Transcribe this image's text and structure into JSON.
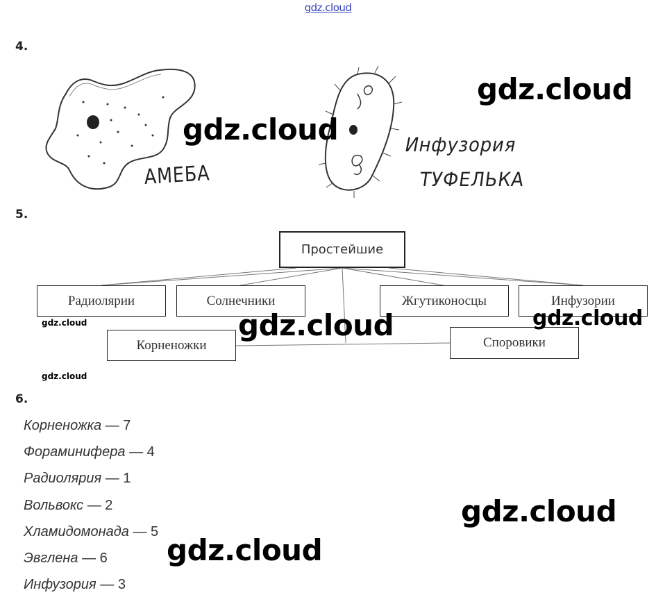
{
  "header": {
    "site_link": "gdz.cloud"
  },
  "watermarks": {
    "w1": "gdz.cloud",
    "w2": "gdz.cloud",
    "w3": "gdz.cloud",
    "w4": "gdz.cloud",
    "w5": "gdz.cloud",
    "w6": "gdz.cloud",
    "w7": "gdz.cloud",
    "w8": "gdz.cloud"
  },
  "section4": {
    "number": "4.",
    "amoeba_label": "АМЕБА",
    "paramecium_label_line1": "Инфузория",
    "paramecium_label_line2": "ТУФЕЛЬКА"
  },
  "section5": {
    "number": "5.",
    "root": "Простейшие",
    "children": [
      "Радиолярии",
      "Солнечники",
      "Жгутиконосцы",
      "Инфузории",
      "Корненожки",
      "Споровики"
    ]
  },
  "section6": {
    "number": "6.",
    "items": [
      {
        "name": "Корненожка",
        "value": "— 7"
      },
      {
        "name": "Фораминифера",
        "value": "— 4"
      },
      {
        "name": "Радиолярия",
        "value": "— 1"
      },
      {
        "name": "Вольвокс",
        "value": "— 2"
      },
      {
        "name": "Хламидомонада",
        "value": "— 5"
      },
      {
        "name": "Эвглена",
        "value": "— 6"
      },
      {
        "name": "Инфузория",
        "value": "— 3"
      }
    ]
  }
}
